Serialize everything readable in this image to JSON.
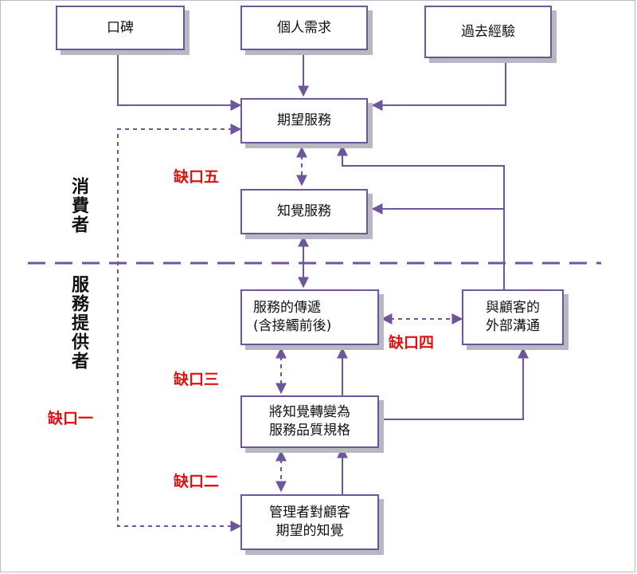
{
  "boxes": {
    "word_of_mouth": "口碑",
    "personal_needs": "個人需求",
    "past_experience": "過去經驗",
    "expected_service": "期望服務",
    "perceived_service": "知覺服務",
    "service_delivery": [
      "服務的傳遞",
      "(含接觸前後)"
    ],
    "external_comm": [
      "與顧客的",
      "外部溝通"
    ],
    "specs": [
      "將知覺轉變為",
      "服務品質規格"
    ],
    "mgmt_perception": [
      "管理者對顧客",
      "期望的知覺"
    ]
  },
  "gaps": {
    "gap1": "缺口一",
    "gap2": "缺口二",
    "gap3": "缺口三",
    "gap4": "缺口四",
    "gap5": "缺口五"
  },
  "sides": {
    "consumer": "消費者",
    "provider": "服務提供者"
  },
  "colors": {
    "line": "#6e569c",
    "gap_text": "#e01010",
    "shadow": "#b8b8c4"
  }
}
